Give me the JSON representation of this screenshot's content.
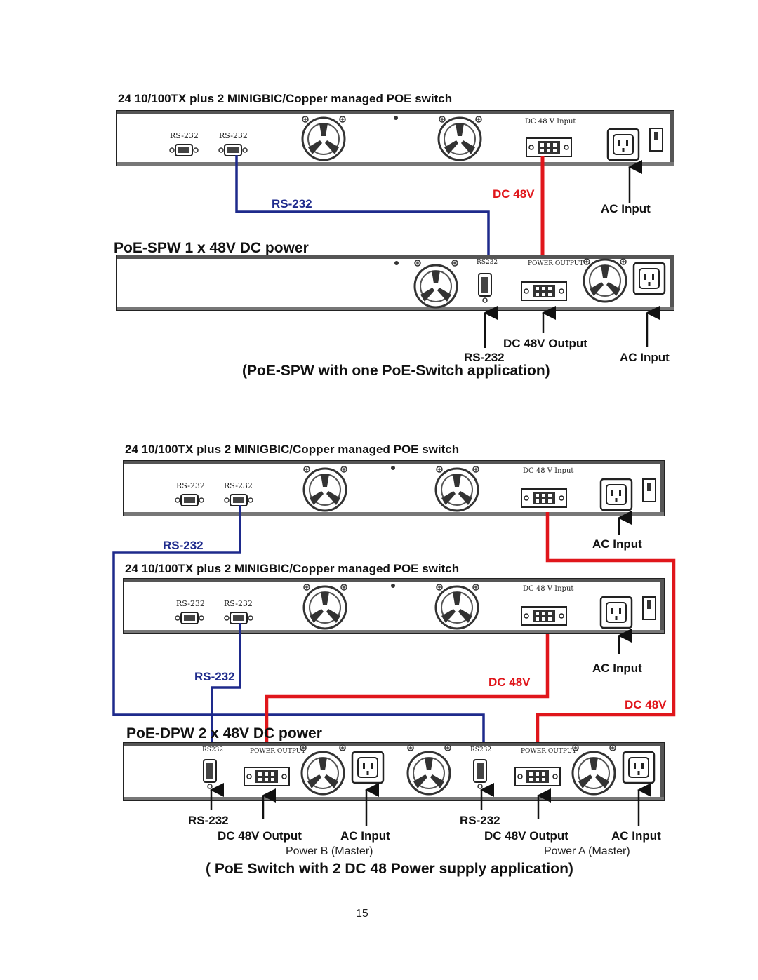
{
  "diagram1": {
    "switch_title": "24 10/100TX plus 2 MINIGBIC/Copper managed POE switch",
    "switch_rs232_a": "RS-232",
    "switch_rs232_b": "RS-232",
    "switch_dc_input": "DC 48 V Input",
    "cable_rs232": "RS-232",
    "cable_dc48": "DC 48V",
    "switch_ac_input": "AC Input",
    "psu_title": "PoE-SPW  1 x 48V DC power",
    "psu_rs232_port": "RS232",
    "psu_power_output": "POWER OUTPUT",
    "dc48_output": "DC 48V Output",
    "rs232": "RS-232",
    "ac_input": "AC Input",
    "caption": "(PoE-SPW with one PoE-Switch  application)"
  },
  "diagram2": {
    "switch1_title": "24 10/100TX plus 2 MINIGBIC/Copper managed POE switch",
    "switch2_title": "24 10/100TX plus 2 MINIGBIC/Copper managed POE switch",
    "port_rs232": "RS-232",
    "dc_input": "DC 48 V Input",
    "cable_rs232_1": "RS-232",
    "cable_rs232_2": "RS-232",
    "ac_input_1": "AC Input",
    "ac_input_2": "AC Input",
    "cable_dc48_1": "DC 48V",
    "cable_dc48_2": "DC 48V",
    "psu_title": "PoE-DPW 2 x 48V DC power",
    "psu_rs232_port": "RS232",
    "psu_power_output": "POWER OUTPUT",
    "left_rs232": "RS-232",
    "left_dc48_output": "DC 48V Output",
    "left_ac_input": "AC Input",
    "left_power": "Power B (Master)",
    "right_rs232": "RS-232",
    "right_dc48_output": "DC 48V Output",
    "right_ac_input": "AC Input",
    "right_power": "Power A (Master)",
    "caption": "( PoE Switch with 2 DC 48 Power supply application)"
  },
  "page_number": "15",
  "colors": {
    "rs232_cable": "#1e2a8c",
    "dc_cable": "#e0161b",
    "panel_edge": "#222222"
  }
}
